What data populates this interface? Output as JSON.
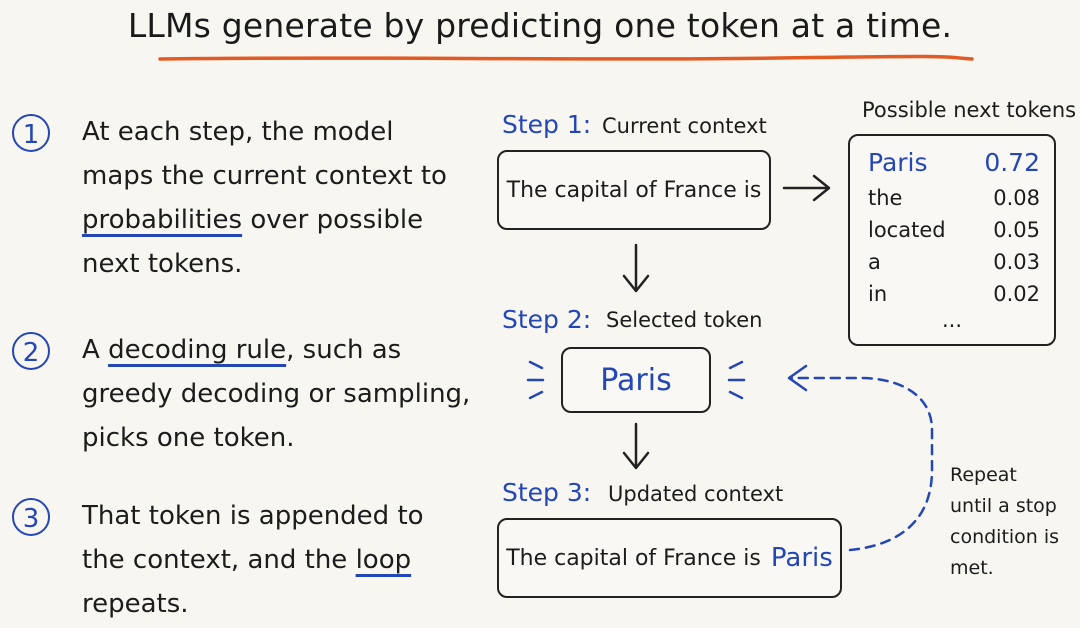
{
  "title": "LLMs generate by predicting one token at a time.",
  "colors": {
    "accent_blue": "#2447b5",
    "underline_orange": "#e35b24",
    "ink": "#1c1c1c",
    "background": "#f7f6f1"
  },
  "points": [
    {
      "number": "1",
      "line1": "At each step, the model",
      "line2": "maps the current context to",
      "line3_emph": "probabilities",
      "line3_rest": " over possible",
      "line4": "next tokens."
    },
    {
      "number": "2",
      "line1_pre": "A ",
      "line1_emph": "decoding rule",
      "line1_post": ", such as",
      "line2": "greedy decoding or sampling,",
      "line3": "picks one token."
    },
    {
      "number": "3",
      "line1": "That token is appended to",
      "line2_pre": "the context, and the ",
      "line2_emph": "loop",
      "line3": "repeats."
    }
  ],
  "diagram": {
    "step1": {
      "label": "Step 1:",
      "caption": "Current context",
      "box_text": "The capital of France is"
    },
    "step2": {
      "label": "Step 2:",
      "caption": "Selected token",
      "box_text": "Paris"
    },
    "step3": {
      "label": "Step 3:",
      "caption": "Updated context",
      "box_prefix": "The capital of France is",
      "box_token": "Paris"
    },
    "probs_title": "Possible next tokens",
    "probs": [
      {
        "token": "Paris",
        "prob": "0.72"
      },
      {
        "token": "the",
        "prob": "0.08"
      },
      {
        "token": "located",
        "prob": "0.05"
      },
      {
        "token": "a",
        "prob": "0.03"
      },
      {
        "token": "in",
        "prob": "0.02"
      }
    ],
    "probs_more": "...",
    "repeat_note": [
      "Repeat",
      "until a stop",
      "condition is",
      "met."
    ]
  }
}
